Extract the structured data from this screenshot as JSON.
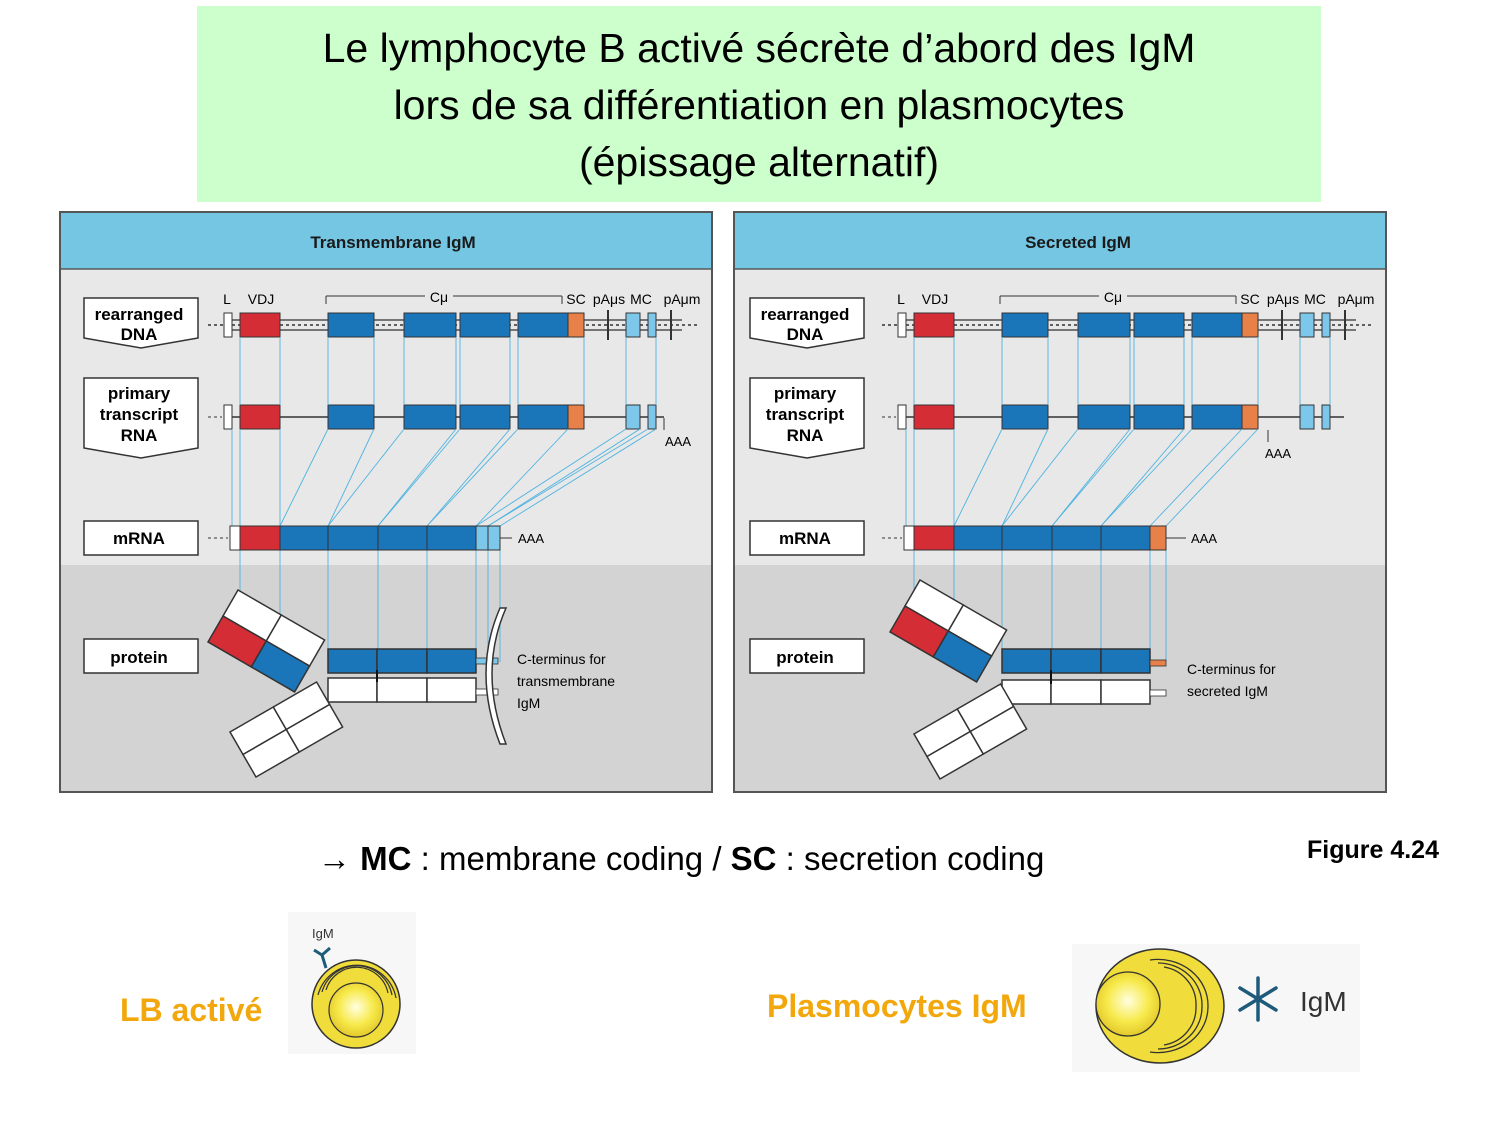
{
  "title": {
    "line1": "Le lymphocyte B activé sécrète d’abord des IgM",
    "line2": "lors de sa différentiation en plasmocytes",
    "line3": "(épissage alternatif)"
  },
  "panels": {
    "left_title": "Transmembrane IgM",
    "right_title": "Secreted IgM"
  },
  "row_labels": {
    "dna_1": "rearranged",
    "dna_2": "DNA",
    "primary_1": "primary",
    "primary_2": "transcript",
    "primary_3": "RNA",
    "mrna": "mRNA",
    "protein": "protein"
  },
  "gene_labels": {
    "L": "L",
    "VDJ": "VDJ",
    "Cmu": "Cμ",
    "SC": "SC",
    "pAus": "pAμs",
    "MC": "MC",
    "pAum": "pAμm",
    "AAA": "AAA"
  },
  "annotations": {
    "left_cterm_1": "C-terminus for",
    "left_cterm_2": "transmembrane",
    "left_cterm_3": "IgM",
    "right_cterm_1": "C-terminus for",
    "right_cterm_2": "secreted IgM"
  },
  "caption": {
    "arrow": "→",
    "mc": "MC",
    "mc_text": " : membrane coding / ",
    "sc": "SC",
    "sc_text": " : secretion coding"
  },
  "figure_ref": "Figure 4.24",
  "cells": {
    "lb_label": "LB activé",
    "plasmo_label": "Plasmocytes IgM",
    "igm_small": "IgM",
    "igm_large": "IgM"
  },
  "colors": {
    "title_bg": "#ccffcc",
    "panel_header": "#74c6e3",
    "vdj_red": "#d42d35",
    "c_blue": "#1b75b9",
    "sc_orange": "#e8804a",
    "mc_lightblue": "#7cc7ea",
    "label_orange": "#f2a80c"
  }
}
